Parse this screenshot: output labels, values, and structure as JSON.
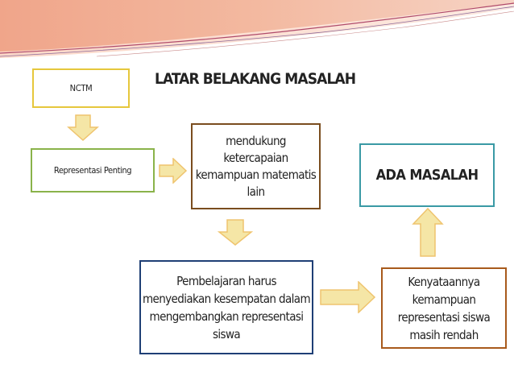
{
  "title": "LATAR BELAKANG MASALAH",
  "nodes": {
    "nctm": "NCTM",
    "representasi": "Representasi Penting",
    "mendukung": "mendukung ketercapaian kemampuan matematis lain",
    "ada_masalah": "ADA MASALAH",
    "pembelajaran": "Pembelajaran harus menyediakan kesempatan dalam mengembangkan representasi siswa",
    "kenyataannya": "Kenyataannya kemampuan representasi siswa masih rendah"
  },
  "colors": {
    "arrow_fill": "#f5e6a6",
    "arrow_stroke": "#efc46e",
    "nctm_border": "#e6c73c",
    "representasi_border": "#8ab34a",
    "mendukung_border": "#7a4d1e",
    "ada_masalah_border": "#3a9aa5",
    "pembelajaran_border": "#1f3f75",
    "kenyataannya_border": "#a85a1c"
  }
}
